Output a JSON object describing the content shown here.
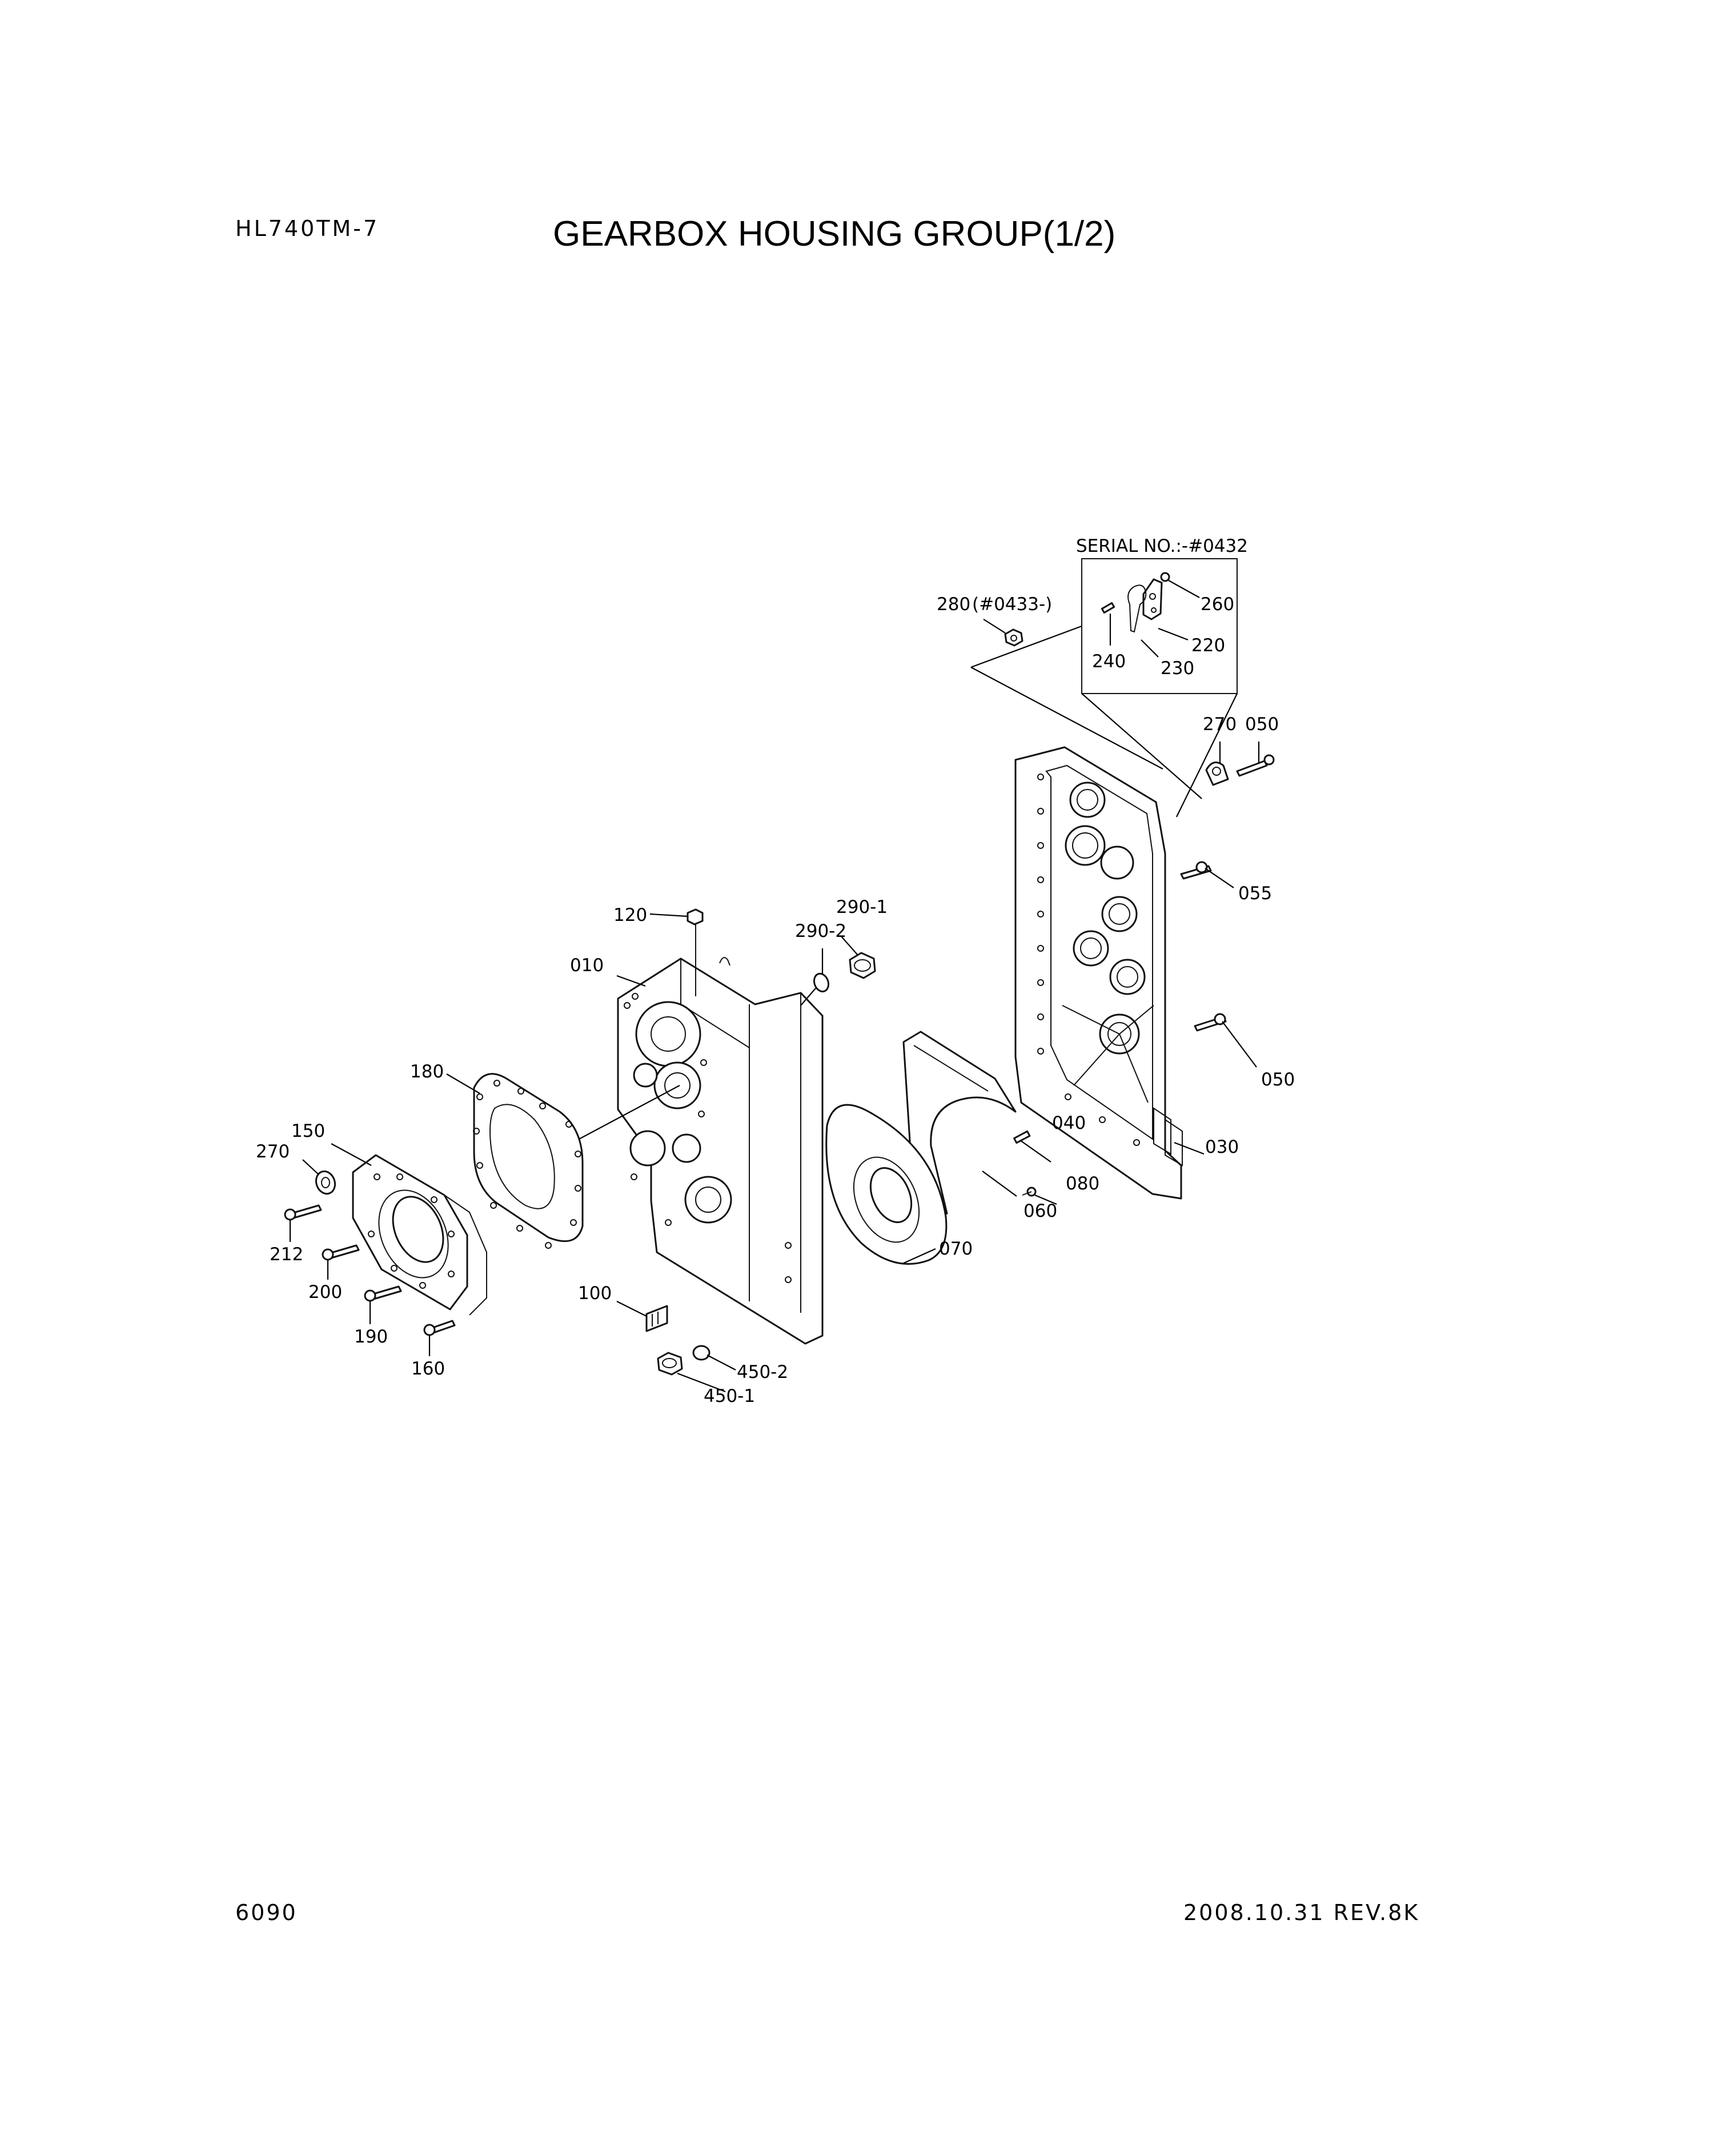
{
  "header": {
    "model": "HL740TM-7",
    "title": "GEARBOX HOUSING GROUP(1/2)"
  },
  "footer": {
    "page_number": "6090",
    "date_rev": "2008.10.31  REV.8K"
  },
  "inset": {
    "caption": "SERIAL NO.:-#0432"
  },
  "callouts": {
    "c280": "280",
    "c280_note": "(#0433-)",
    "c260": "260",
    "c240": "240",
    "c230": "230",
    "c220": "220",
    "c270r": "270",
    "c050a": "050",
    "c055": "055",
    "c050b": "050",
    "c030": "030",
    "c040": "040",
    "c080": "080",
    "c060": "060",
    "c070": "070",
    "c120": "120",
    "c2901": "290-1",
    "c2902": "290-2",
    "c010": "010",
    "c180": "180",
    "c150": "150",
    "c270l": "270",
    "c212": "212",
    "c200": "200",
    "c190": "190",
    "c160": "160",
    "c100": "100",
    "c4502": "450-2",
    "c4501": "450-1"
  }
}
